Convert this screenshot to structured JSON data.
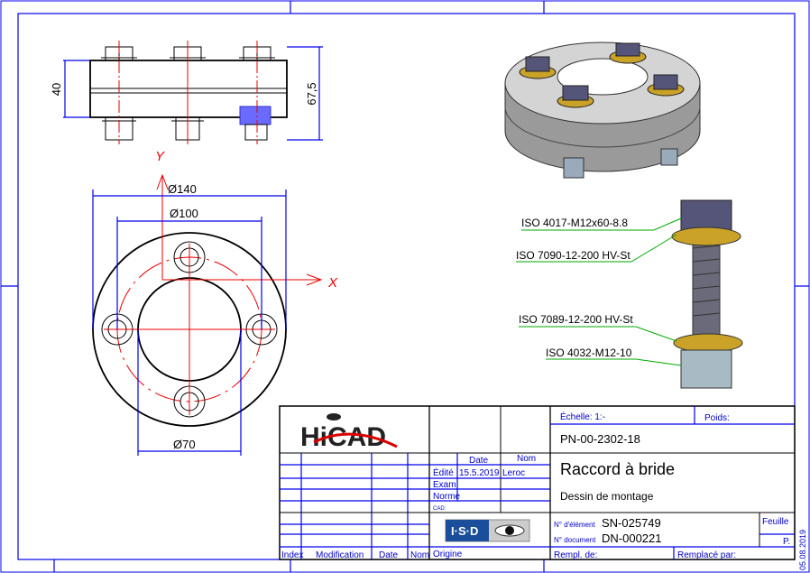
{
  "dimensions": {
    "height_left": "40",
    "height_right": "67,5",
    "d140": "Ø140",
    "d100": "Ø100",
    "d70": "Ø70"
  },
  "axes": {
    "x": "X",
    "y": "Y"
  },
  "callouts": [
    "ISO 4017-M12x60-8.8",
    "ISO 7090-12-200 HV-St",
    "ISO 7089-12-200 HV-St",
    "ISO 4032-M12-10"
  ],
  "title_block": {
    "logo": "HiCAD",
    "isd_logo": "I·S·D",
    "col_date": "Date",
    "col_nom": "Nom",
    "edite_label": "Édité",
    "edite_date": "15.5.2019",
    "edite_name": "Leroc",
    "exam_label": "Exam.",
    "norme_label": "Norme",
    "cad_label": "CAD:",
    "index_label": "Index",
    "modification_label": "Modification",
    "date_label": "Date",
    "nom_label": "Nom",
    "origine_label": "Origine",
    "echelle_label": "Échelle: 1:-",
    "poids_label": "Poids:",
    "part_number": "PN-00-2302-18",
    "title": "Raccord à bride",
    "subtitle": "Dessin de montage",
    "element_label": "N° d'élément",
    "element_value": "SN-025749",
    "document_label": "N° document",
    "document_value": "DN-000221",
    "feuille_label": "Feuille",
    "page_label": "P.",
    "rempl_label": "Rempl. de:",
    "remplace_label": "Remplacé par:",
    "print_date": "05.08.2019"
  },
  "colors": {
    "frame": "#0000ee",
    "axis": "#ee0000",
    "leader": "#00aa00"
  }
}
